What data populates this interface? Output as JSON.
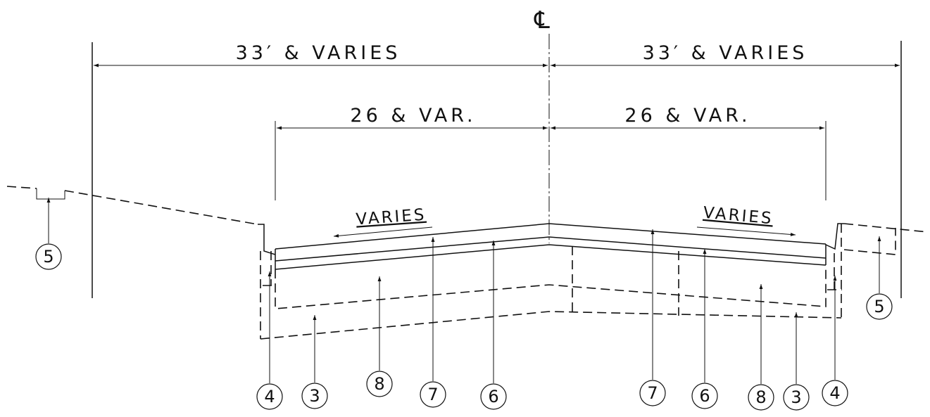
{
  "centerline_symbol": "℄",
  "dimensions": {
    "outer_left": "33′ & VARIES",
    "outer_right": "33′ & VARIES",
    "inner_left": "26 & VAR.",
    "inner_right": "26 & VAR."
  },
  "slope_labels": {
    "left": "VARIES",
    "right": "VARIES"
  },
  "callouts": [
    "5",
    "4",
    "3",
    "8",
    "7",
    "6",
    "7",
    "6",
    "8",
    "3",
    "4",
    "5"
  ]
}
